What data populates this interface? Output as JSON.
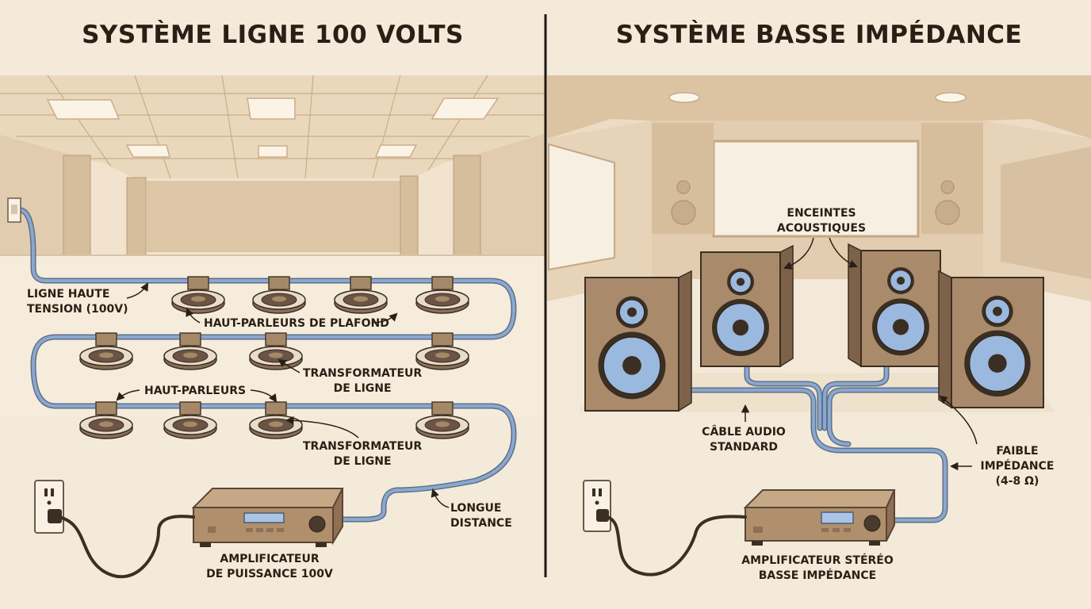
{
  "left_panel": {
    "title": "SYSTÈME LIGNE 100 VOLTS",
    "labels": {
      "high_voltage_line": [
        "LIGNE HAUTE",
        "TENSION (100V)"
      ],
      "ceiling_speakers": "HAUT-PARLEURS DE PLAFOND",
      "line_transformer_1": [
        "TRANSFORMATEUR",
        "DE LIGNE"
      ],
      "speakers": "HAUT-PARLEURS",
      "line_transformer_2": [
        "TRANSFORMATEUR",
        "DE LIGNE"
      ],
      "long_distance": [
        "LONGUE",
        "DISTANCE"
      ],
      "amplifier": [
        "AMPLIFICATEUR",
        "DE PUISSANCE 100V"
      ]
    }
  },
  "right_panel": {
    "title": "SYSTÈME BASSE IMPÉDANCE",
    "labels": {
      "speaker_enclosures": [
        "ENCEINTES",
        "ACOUSTIQUES"
      ],
      "standard_cable": [
        "CÂBLE AUDIO",
        "STANDARD"
      ],
      "low_impedance": [
        "FAIBLE",
        "IMPÉDANCE",
        "(4-8 Ω)"
      ],
      "stereo_amplifier": [
        "AMPLIFICATEUR STÉRÉO",
        "BASSE IMPÉDANCE"
      ]
    }
  },
  "colors": {
    "background": "#f4ead9",
    "cable_blue": "#8aa7cf",
    "cable_outline": "#5d6f88",
    "equipment_brown": "#a98a6b",
    "ink": "#2a1f16"
  }
}
